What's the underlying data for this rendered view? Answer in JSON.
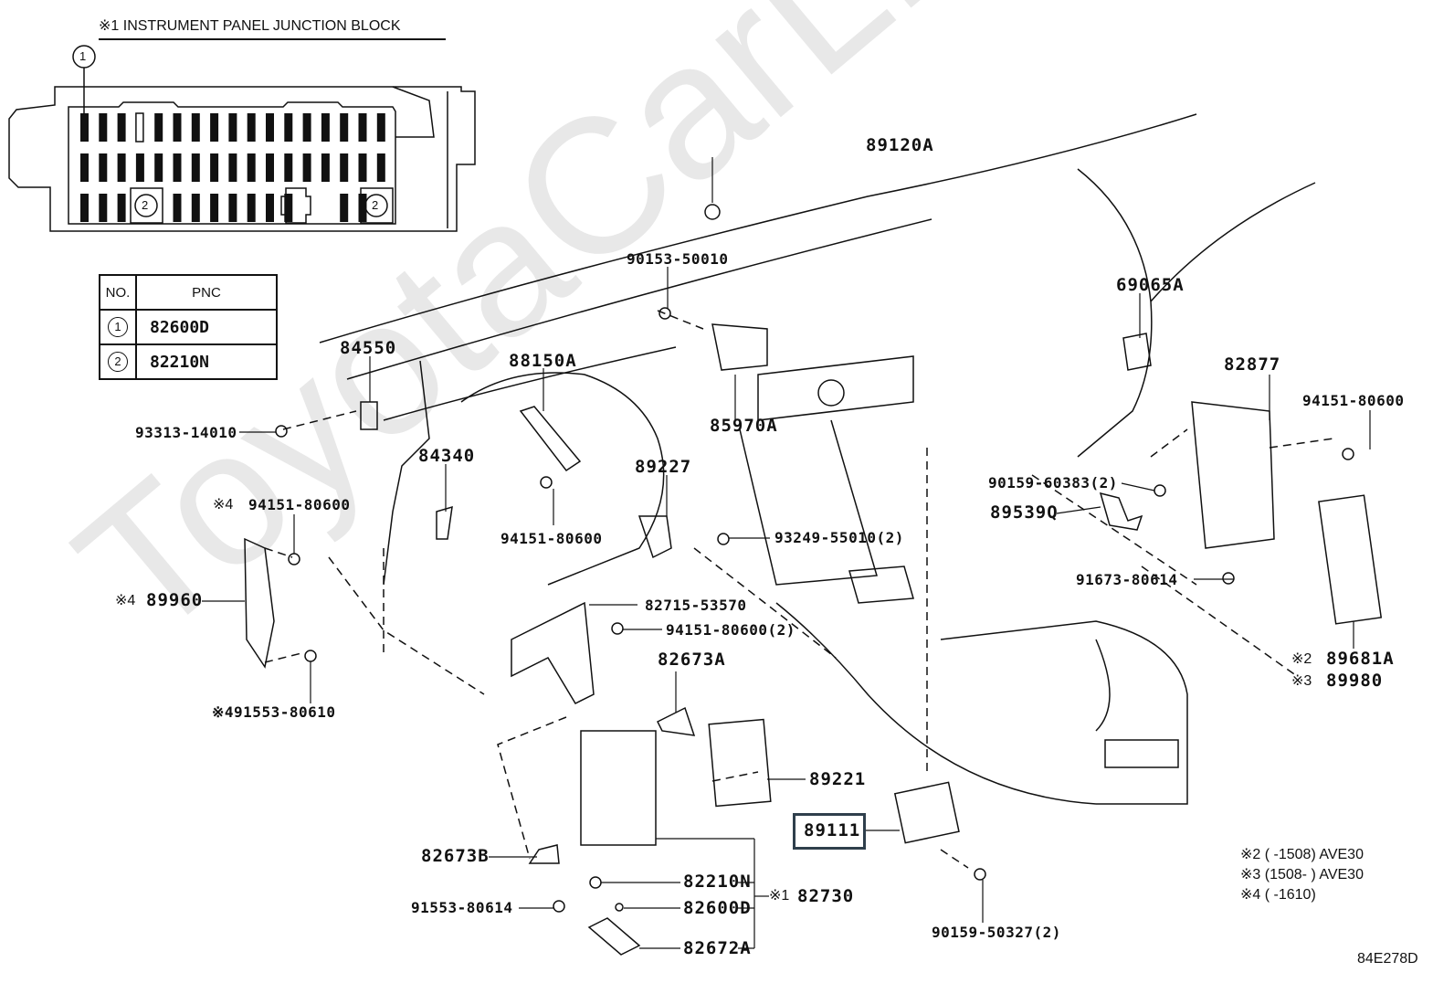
{
  "watermark": "ToyotaCarLine.ru",
  "junction_block": {
    "title": "※1 INSTRUMENT PANEL JUNCTION BLOCK",
    "callout_1": "1",
    "callout_2a": "2",
    "callout_2b": "2"
  },
  "pnc_table": {
    "headers": [
      "NO.",
      "PNC"
    ],
    "rows": [
      {
        "no": "1",
        "pnc": "82600D"
      },
      {
        "no": "2",
        "pnc": "82210N"
      }
    ]
  },
  "labels": {
    "p89120A": "89120A",
    "p90153_50010": "90153-50010",
    "p69065A": "69065A",
    "p84550": "84550",
    "p88150A": "88150A",
    "p85970A": "85970A",
    "p82877": "82877",
    "p94151_80600_right": "94151-80600",
    "p93313_14010": "93313-14010",
    "p84340": "84340",
    "p89227": "89227",
    "p90159_60383": "90159-60383(2)",
    "p89539Q": "89539Q",
    "p94151_80600_left_prefix": "※4",
    "p94151_80600_left": "94151-80600",
    "p94151_80600_mid": "94151-80600",
    "p93249_55010": "93249-55010(2)",
    "p89960_prefix": "※4",
    "p89960": "89960",
    "p91673_80614": "91673-80614",
    "p82715_53570": "82715-53570",
    "p94151_80600_2": "94151-80600(2)",
    "p82673A": "82673A",
    "p89681A_prefix": "※2",
    "p89681A": "89681A",
    "p89980_prefix": "※3",
    "p89980": "89980",
    "p91553_80610": "※491553-80610",
    "p89221": "89221",
    "p89111": "89111",
    "p82673B": "82673B",
    "p82210N": "82210N",
    "p82730_prefix": "※1",
    "p82730": "82730",
    "p91553_80614": "91553-80614",
    "p82600D": "82600D",
    "p82672A": "82672A",
    "p90159_50327": "90159-50327(2)"
  },
  "notes": [
    "※2 (        -1508) AVE30",
    "※3 (1508-        ) AVE30",
    "※4 (        -1610)"
  ],
  "diagram_code": "84E278D",
  "highlight": {
    "part": "89111",
    "color": "#2f3f4c"
  }
}
